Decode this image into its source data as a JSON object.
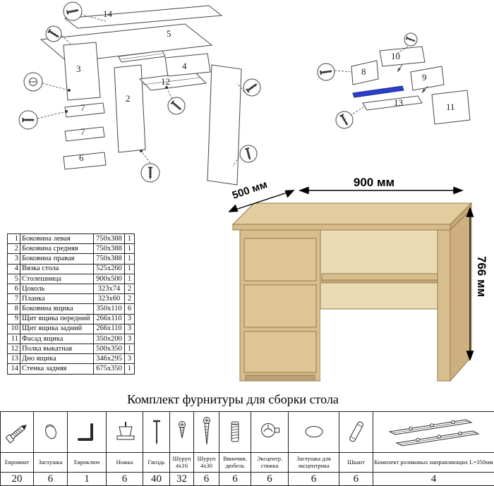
{
  "doc": {
    "hardware_title": "Комплект фурнитуры для сборки стола"
  },
  "exploded_left": {
    "labels": [
      "14",
      "5",
      "3",
      "7",
      "7",
      "6",
      "2",
      "12",
      "4"
    ]
  },
  "exploded_right": {
    "labels": [
      "10",
      "8",
      "9",
      "13",
      "11"
    ]
  },
  "desk": {
    "dim_width": "900 мм",
    "dim_depth": "500 мм",
    "dim_height": "766 мм",
    "wood_color": "#d9be8d",
    "rail_highlight_color": "#2a3fd0"
  },
  "parts": {
    "rows": [
      {
        "num": "1",
        "name": "Боковина левая",
        "size": "750x388",
        "qty": "1"
      },
      {
        "num": "2",
        "name": "Боковина средняя",
        "size": "750x388",
        "qty": "1"
      },
      {
        "num": "3",
        "name": "Боковина правая",
        "size": "750x388",
        "qty": "1"
      },
      {
        "num": "4",
        "name": "Вязка стола",
        "size": "525x260",
        "qty": "1"
      },
      {
        "num": "5",
        "name": "Столешница",
        "size": "900x500",
        "qty": "1"
      },
      {
        "num": "6",
        "name": "Цоколь",
        "size": "323x74",
        "qty": "2"
      },
      {
        "num": "7",
        "name": "Планка",
        "size": "323x60",
        "qty": "2"
      },
      {
        "num": "8",
        "name": "Боковина ящика",
        "size": "350x110",
        "qty": "6"
      },
      {
        "num": "9",
        "name": "Щит ящика передний",
        "size": "266x110",
        "qty": "3"
      },
      {
        "num": "10",
        "name": "Щит ящика задний",
        "size": "266x110",
        "qty": "3"
      },
      {
        "num": "11",
        "name": "Фасад ящика",
        "size": "350x200",
        "qty": "3"
      },
      {
        "num": "12",
        "name": "Полка выкатная",
        "size": "500x350",
        "qty": "1"
      },
      {
        "num": "13",
        "name": "Дно ящика",
        "size": "346x295",
        "qty": "3"
      },
      {
        "num": "14",
        "name": "Стенка задняя",
        "size": "675x350",
        "qty": "1"
      }
    ]
  },
  "hardware": {
    "items": [
      {
        "name": "Евровинт",
        "qty": "20",
        "icon": "euroscrew-icon"
      },
      {
        "name": "Заглушка",
        "qty": "6",
        "icon": "cap-icon"
      },
      {
        "name": "Евроключ",
        "qty": "1",
        "icon": "hex-key-icon"
      },
      {
        "name": "Ножка",
        "qty": "6",
        "icon": "foot-icon"
      },
      {
        "name": "Гвоздь",
        "qty": "40",
        "icon": "nail-icon"
      },
      {
        "name": "Шуруп 4x16",
        "qty": "32",
        "icon": "screw-4x16-icon"
      },
      {
        "name": "Шуруп 4x30",
        "qty": "6",
        "icon": "screw-4x30-icon"
      },
      {
        "name": "Ввинчив. дюбель",
        "qty": "6",
        "icon": "screw-dowel-icon"
      },
      {
        "name": "Эксцентр. стяжка",
        "qty": "6",
        "icon": "cam-lock-icon"
      },
      {
        "name": "Заглушка для эксцентрика",
        "qty": "6",
        "icon": "cam-cap-icon"
      },
      {
        "name": "Шкант",
        "qty": "6",
        "icon": "wood-dowel-icon"
      },
      {
        "name": "Комплект роликовых направляющих L=350мм",
        "qty": "4",
        "icon": "roller-guides-icon"
      }
    ]
  }
}
